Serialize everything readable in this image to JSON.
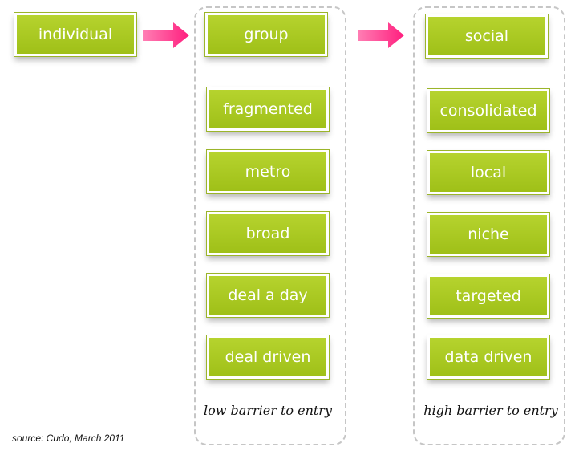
{
  "diagram": {
    "start_box": "individual",
    "column_low": {
      "header": "group",
      "items": [
        "fragmented",
        "metro",
        "broad",
        "deal a day",
        "deal driven"
      ],
      "caption": "low barrier to entry"
    },
    "column_high": {
      "header": "social",
      "items": [
        "consolidated",
        "local",
        "niche",
        "targeted",
        "data driven"
      ],
      "caption": "high barrier to entry"
    },
    "source": "source: Cudo, March 2011"
  },
  "colors": {
    "box_fill": "#a6c522",
    "box_text": "#ffffff",
    "arrow": "#ff1e7e",
    "dashed_border": "#c6c6c6"
  }
}
